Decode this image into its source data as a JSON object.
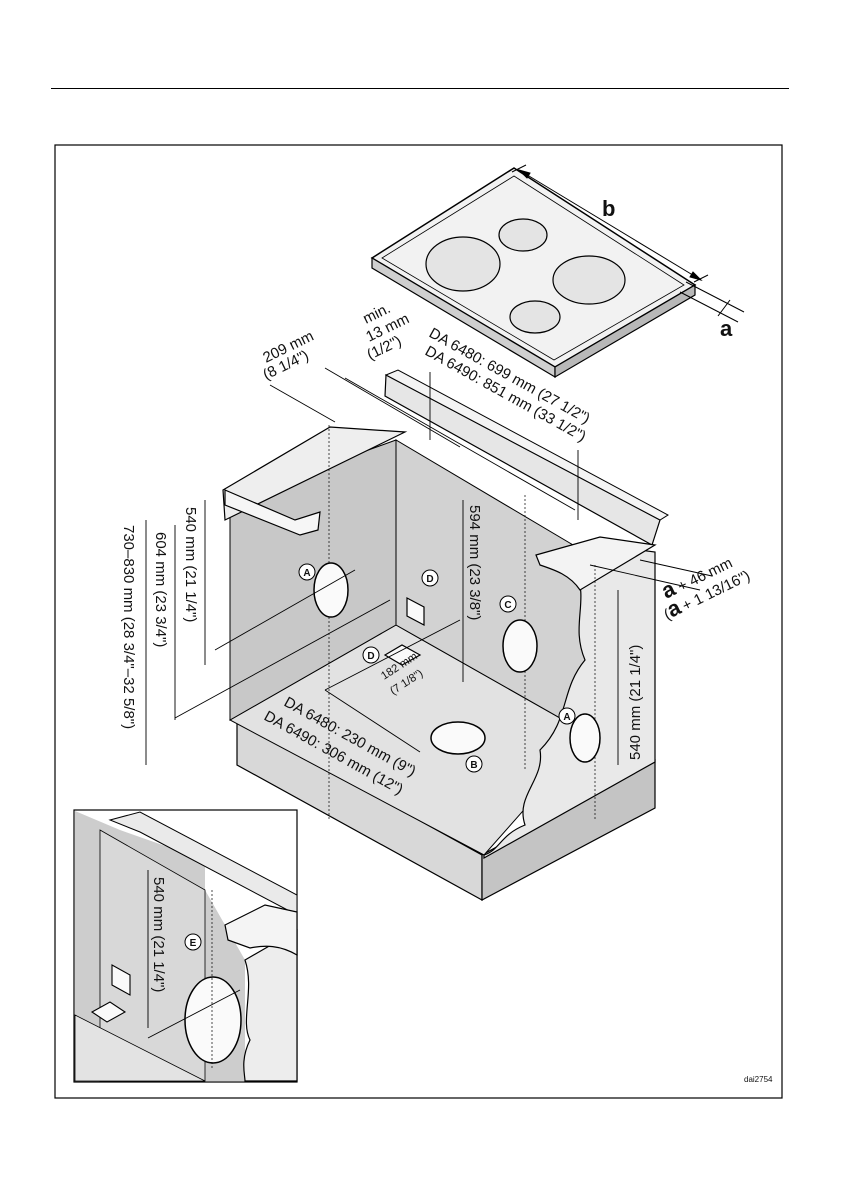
{
  "labels": {
    "b": "b",
    "a": "a",
    "offset_209": "209 mm",
    "offset_209_in": "(8 1/4\")",
    "min": "min.",
    "min_13": "13 mm",
    "min_13_in": "(1/2\")",
    "cut_6480": "DA 6480: 699 mm (27 1/2\")",
    "cut_6490": "DA 6490: 851 mm (33 1/2\")",
    "h540": "540 mm (21 1/4\")",
    "h604": "604 mm (23 3/4\")",
    "h730": "730–830 mm (28 3/4\"–32 5/8\")",
    "h594": "594 mm (23 3/8\")",
    "d182": "182 mm",
    "d182_in": "(7 1/8\")",
    "floor_6480": "DA 6480: 230 mm (9\")",
    "floor_6490": "DA 6490: 306 mm (12\")",
    "a46": "+ 46 mm",
    "a46_in": "+ 1 13/16\")",
    "a46_paren": "(",
    "right540": "540 mm (21 1/4\")",
    "inset540": "540 mm (21 1/4\")",
    "ref": "dai2754"
  },
  "markers": {
    "A": "A",
    "B": "B",
    "C": "C",
    "D": "D",
    "E": "E"
  }
}
